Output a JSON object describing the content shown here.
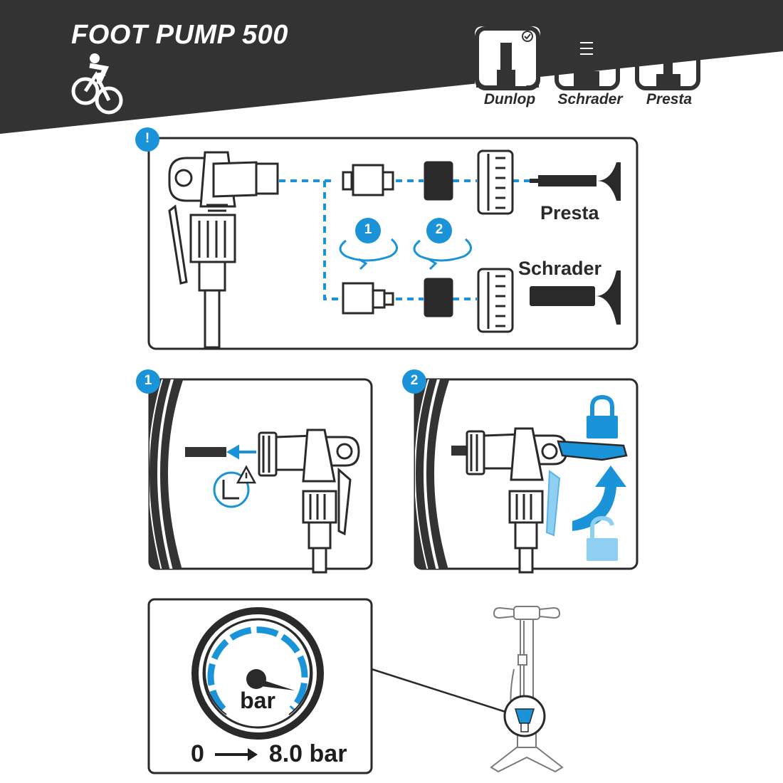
{
  "header": {
    "title": "FOOT PUMP 500",
    "valves": [
      {
        "label": "Dunlop"
      },
      {
        "label": "Schrader"
      },
      {
        "label": "Presta"
      }
    ]
  },
  "step_config": {
    "badge": "!",
    "presta_label": "Presta",
    "schrader_label": "Schrader",
    "rotation_steps": [
      "1",
      "2"
    ]
  },
  "step1": {
    "badge": "1"
  },
  "step2": {
    "badge": "2"
  },
  "gauge": {
    "unit": "bar",
    "range_start": "0",
    "range_end": "8.0 bar"
  },
  "colors": {
    "dark": "#333333",
    "accent_blue": "#1a93d8",
    "light_blue": "#8fd0f2",
    "outline": "#2a2a2a"
  }
}
